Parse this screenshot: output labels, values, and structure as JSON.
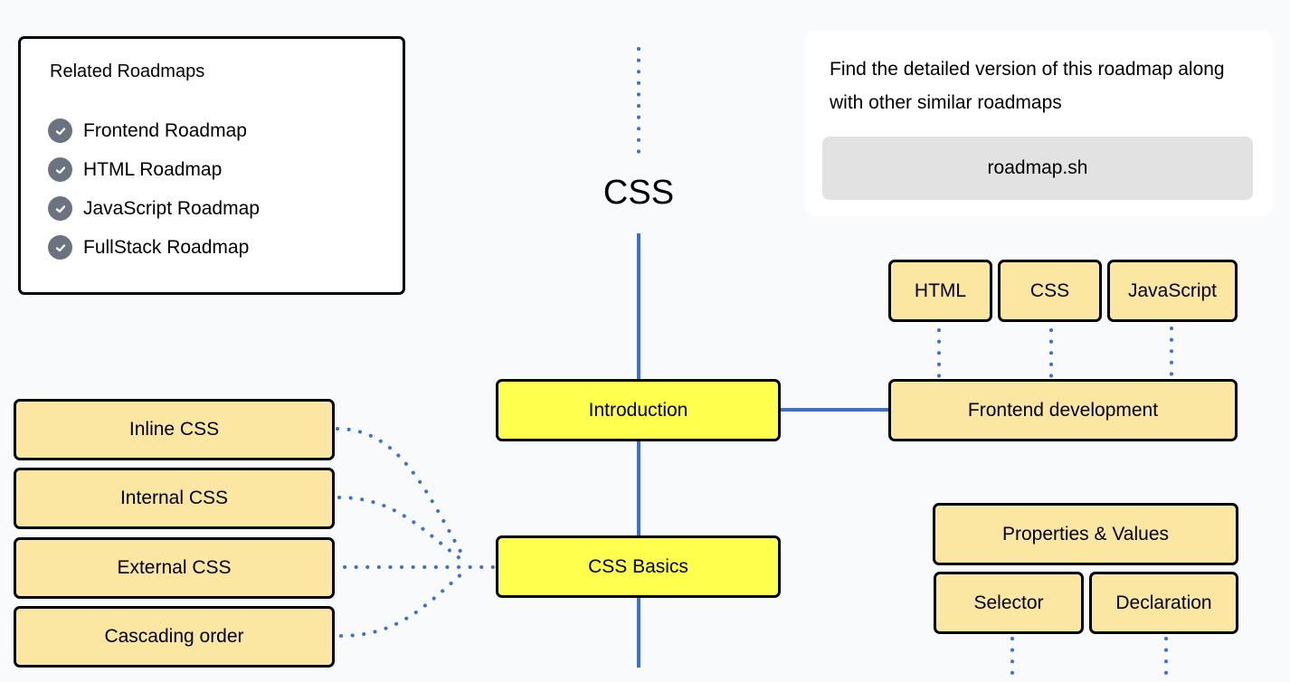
{
  "colors": {
    "primary_node": "#ffff4d",
    "secondary_node": "#fbe6a2",
    "connector": "#3b6fd8",
    "check_icon_bg": "#6b7280",
    "background": "#f8fafc"
  },
  "related": {
    "title": "Related Roadmaps",
    "items": [
      {
        "label": "Frontend Roadmap",
        "icon": "check-circle-icon"
      },
      {
        "label": "HTML Roadmap",
        "icon": "check-circle-icon"
      },
      {
        "label": "JavaScript Roadmap",
        "icon": "check-circle-icon"
      },
      {
        "label": "FullStack Roadmap",
        "icon": "check-circle-icon"
      }
    ]
  },
  "info": {
    "text": "Find the detailed version of this roadmap along with other similar roadmaps",
    "button_label": "roadmap.sh"
  },
  "roadmap": {
    "title": "CSS",
    "primary": {
      "introduction": "Introduction",
      "css_basics": "CSS Basics"
    },
    "frontend": {
      "prerequisites": [
        "HTML",
        "CSS",
        "JavaScript"
      ],
      "development": "Frontend development"
    },
    "css_types": [
      "Inline CSS",
      "Internal CSS",
      "External CSS",
      "Cascading order"
    ],
    "syntax": {
      "properties_values": "Properties & Values",
      "selector": "Selector",
      "declaration": "Declaration"
    }
  }
}
